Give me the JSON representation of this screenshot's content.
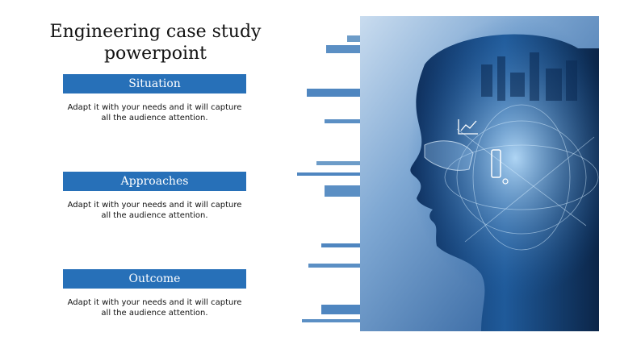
{
  "title": "Engineering case study powerpoint",
  "sections": [
    {
      "heading": "Situation",
      "text": "Adapt it with your needs and it will capture all the audience attention."
    },
    {
      "heading": "Approaches",
      "text": "Adapt it with your needs and it will capture all the audience attention."
    },
    {
      "heading": "Outcome",
      "text": "Adapt it with your needs and it will capture all the audience attention."
    }
  ],
  "image": {
    "subject": "profile of a person's head overlaid with futuristic digital city and circuitry graphics",
    "accent_color": "#2770b8"
  }
}
